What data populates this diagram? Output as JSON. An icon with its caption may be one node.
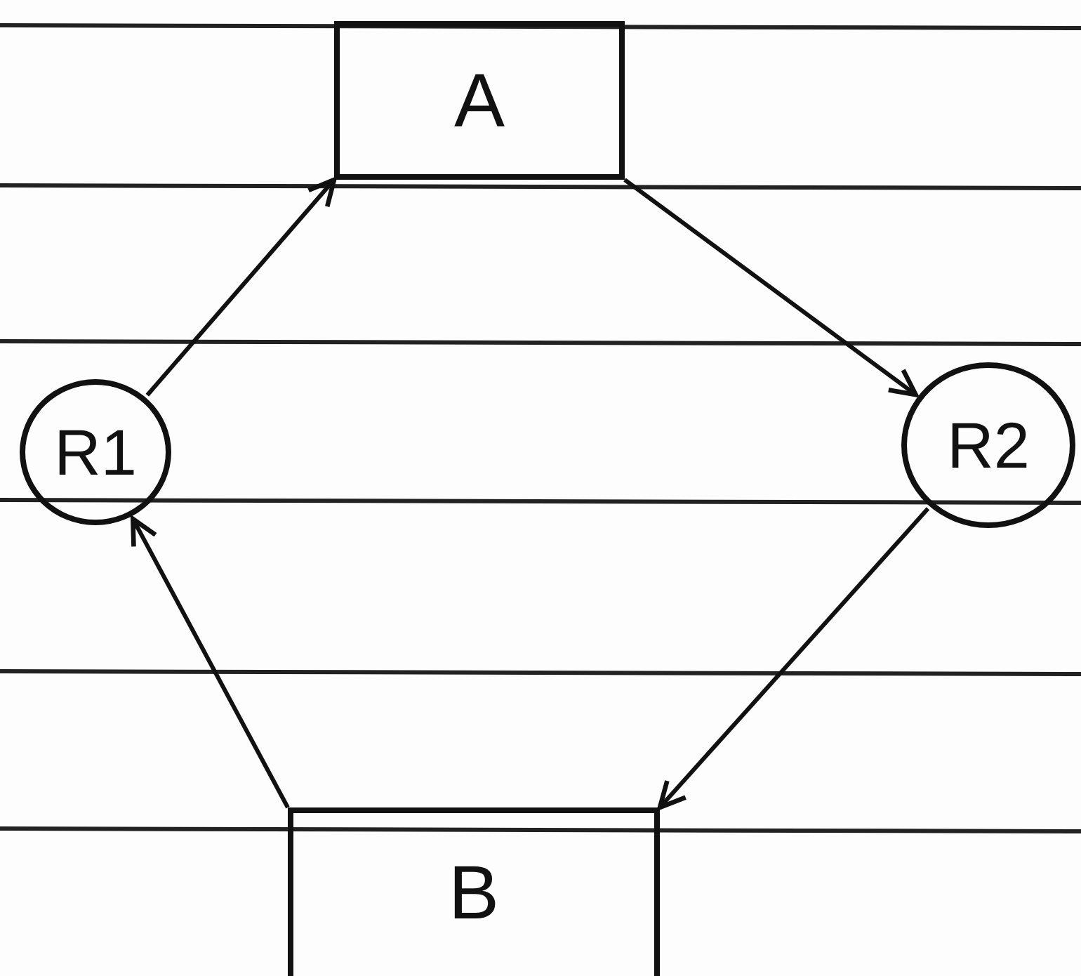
{
  "diagram": {
    "nodes": [
      {
        "text": [
          "A"
        ]
      },
      {
        "text": [
          "R1"
        ]
      },
      {
        "text": [
          "R2"
        ]
      },
      {
        "text": [
          "B"
        ]
      }
    ],
    "edges": [
      {
        "from": 1,
        "to": 0,
        "arrow": "to"
      },
      {
        "from": 0,
        "to": 2,
        "arrow": "to"
      },
      {
        "from": 2,
        "to": 3,
        "arrow": "to"
      },
      {
        "from": 3,
        "to": 1,
        "arrow": "to"
      }
    ]
  }
}
